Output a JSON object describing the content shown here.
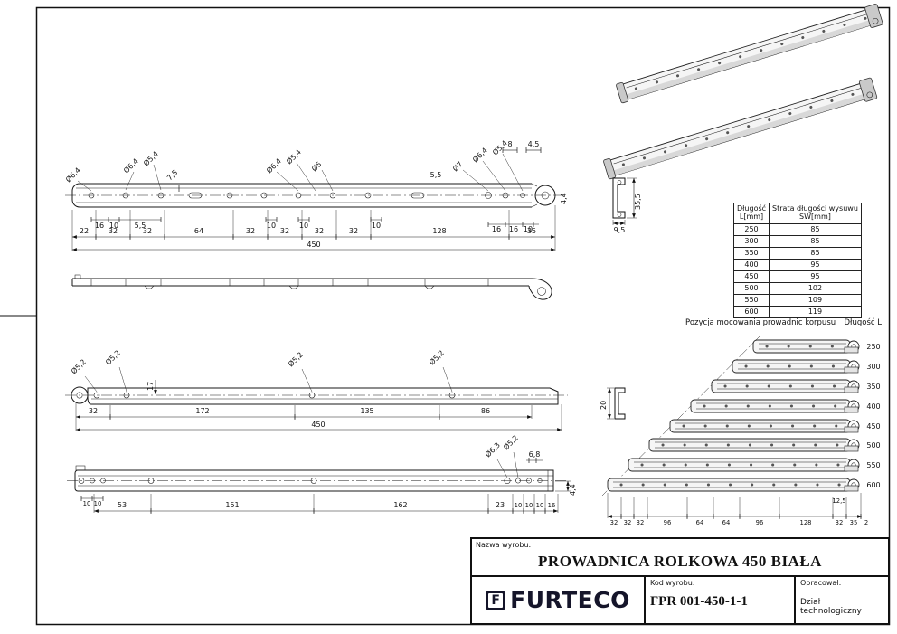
{
  "colors": {
    "line": "#1a1a1a",
    "logo": "#15152a"
  },
  "notes": {
    "position": "Pozycja mocowania prowadnic korpusu",
    "length": "Długość L"
  },
  "spec_table": {
    "col1_title": "Długość",
    "col1_unit": "L[mm]",
    "col2_title": "Strata długości wysuwu",
    "col2_unit": "SW[mm]",
    "rows": [
      [
        "250",
        "85"
      ],
      [
        "300",
        "85"
      ],
      [
        "350",
        "85"
      ],
      [
        "400",
        "95"
      ],
      [
        "450",
        "95"
      ],
      [
        "500",
        "102"
      ],
      [
        "550",
        "109"
      ],
      [
        "600",
        "119"
      ]
    ]
  },
  "title_block": {
    "name_label": "Nazwa wyrobu:",
    "name": "PROWADNICA ROLKOWA 450 BIAŁA",
    "logo_mark": "F",
    "logo": "FURTECO",
    "code_label": "Kod wyrobu:",
    "code": "FPR 001-450-1-1",
    "author_label": "Opracował:",
    "author": "Dział technologiczny"
  },
  "drawing_outer": {
    "hole_labels": [
      "Ø6,4",
      "Ø6,4",
      "Ø5,4",
      "Ø6,4",
      "Ø5,4",
      "Ø5",
      "Ø7",
      "Ø6,4",
      "Ø5,4"
    ],
    "aux_dims": [
      "7,5",
      "5,5",
      "8",
      "4,5",
      "4,4"
    ],
    "pitch_dims": [
      "16",
      "10",
      "5,5",
      "10",
      "10",
      "10"
    ],
    "end_dims": [
      "16",
      "16",
      "10"
    ],
    "chain": [
      "22",
      "32",
      "32",
      "64",
      "32",
      "32",
      "32",
      "32",
      "128",
      "35"
    ],
    "overall": "450"
  },
  "drawing_inner": {
    "hole_labels": [
      "Ø5,2",
      "Ø5,2",
      "Ø5,2",
      "Ø5,2"
    ],
    "height_dim": "17",
    "chain": [
      "32",
      "172",
      "135",
      "86"
    ],
    "overall": "450"
  },
  "drawing_bottom": {
    "hole_labels": [
      "Ø6,3",
      "Ø5,2",
      "6,8"
    ],
    "left_dims": [
      "10",
      "10"
    ],
    "chain": [
      "53",
      "151",
      "162",
      "23"
    ],
    "end_dims": [
      "10",
      "10",
      "10",
      "16"
    ],
    "side_dim": "4,4"
  },
  "section_front": {
    "height": "35,5",
    "width": "9,5"
  },
  "section_side": {
    "width": "20"
  },
  "stack": {
    "lengths": [
      "250",
      "300",
      "350",
      "400",
      "450",
      "500",
      "550",
      "600"
    ],
    "chain": [
      "32",
      "32",
      "32",
      "96",
      "64",
      "64",
      "96",
      "128",
      "32",
      "35",
      "2"
    ],
    "offset_dim": "12,5"
  }
}
